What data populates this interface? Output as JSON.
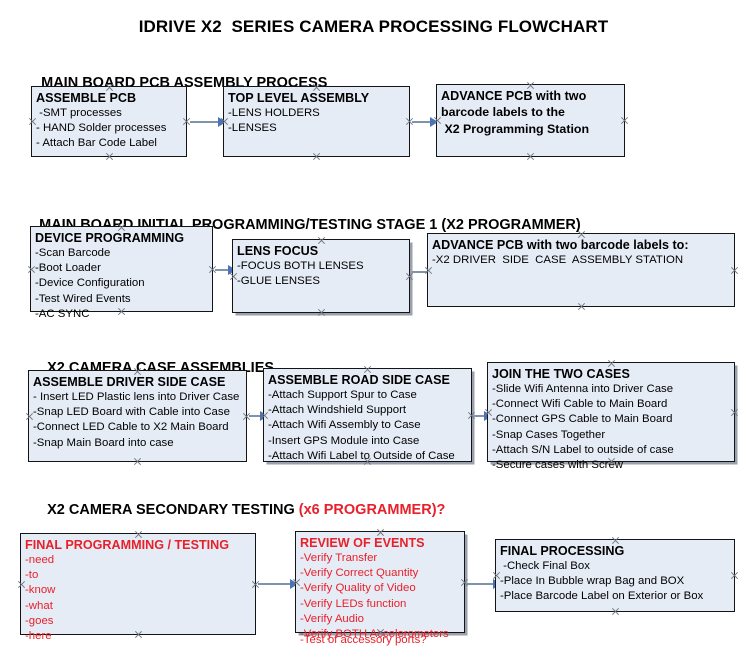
{
  "document": {
    "title": "IDRIVE X2  SERIES CAMERA PROCESSING FLOWCHART"
  },
  "sections": [
    {
      "id": "main-board-pcb-assembly",
      "title": "MAIN BOARD PCB ASSEMBLY PROCESS",
      "title_accent": ""
    },
    {
      "id": "main-board-initial-programming",
      "title": "MAIN BOARD INITIAL PROGRAMMING/TESTING STAGE 1 (X2 PROGRAMMER)",
      "title_accent": ""
    },
    {
      "id": "x2-camera-case-assemblies",
      "title": "X2 CAMERA CASE ASSEMBLIES",
      "title_accent": ""
    },
    {
      "id": "x2-camera-secondary-testing",
      "title": "X2 CAMERA SECONDARY TESTING ",
      "title_accent": "(x6 PROGRAMMER)?"
    }
  ],
  "nodes": {
    "assemble_pcb": {
      "header": "ASSEMBLE PCB",
      "lines": [
        " -SMT processes",
        "- HAND Solder processes",
        "- Attach Bar Code Label"
      ]
    },
    "top_level_assembly": {
      "header": "TOP LEVEL ASSEMBLY",
      "lines": [
        "-LENS HOLDERS",
        "-LENSES"
      ]
    },
    "advance_pcb_station": {
      "header": "ADVANCE PCB with two",
      "lines": [
        "barcode labels to the",
        " X2 Programming Station"
      ]
    },
    "device_programming": {
      "header": "DEVICE PROGRAMMING",
      "lines": [
        "-Scan Barcode",
        "-Boot Loader",
        "-Device Configuration",
        "-Test Wired Events",
        "-AC SYNC"
      ]
    },
    "lens_focus": {
      "header": "LENS FOCUS",
      "lines": [
        "-FOCUS BOTH LENSES",
        "-GLUE LENSES"
      ]
    },
    "advance_pcb_driver_side": {
      "header": "ADVANCE PCB with two barcode labels to:",
      "lines": [
        "-X2 DRIVER  SIDE  CASE  ASSEMBLY STATION"
      ]
    },
    "assemble_driver_side_case": {
      "header": "ASSEMBLE DRIVER SIDE CASE",
      "lines": [
        "- Insert LED Plastic lens into Driver Case",
        "-Snap LED Board with Cable into Case",
        "-Connect LED Cable to X2 Main Board",
        "-Snap Main Board into case"
      ]
    },
    "assemble_road_side_case": {
      "header": "ASSEMBLE ROAD SIDE CASE",
      "lines": [
        "-Attach Support Spur to Case",
        "-Attach Windshield Support",
        "-Attach Wifi Assembly to Case",
        "-Insert GPS Module into Case",
        "-Attach Wifi Label to Outside of Case"
      ]
    },
    "join_the_two_cases": {
      "header": "JOIN THE TWO CASES",
      "lines": [
        "-Slide Wifi Antenna into Driver Case",
        "-Connect Wifi Cable to Main Board",
        "-Connect GPS Cable to Main Board",
        "-Snap Cases Together",
        "-Attach S/N Label to outside of case",
        "-Secure cases with Screw"
      ]
    },
    "final_programming_testing": {
      "header": "FINAL PROGRAMMING / TESTING",
      "lines": [
        "-need",
        "-to",
        "-know",
        "-what",
        "-goes",
        "-here"
      ]
    },
    "review_of_events": {
      "header": "REVIEW OF EVENTS",
      "lines": [
        "-Verify Transfer",
        "-Verify Correct Quantity",
        "-Verify Quality of Video",
        "-Verify LEDs function",
        "-Verify Audio",
        "-Verify BOTH Accelerometers"
      ],
      "overflow_line": "-Test of accessory ports?"
    },
    "final_processing": {
      "header": "FINAL PROCESSING",
      "lines": [
        " -Check Final Box",
        "-Place In Bubble wrap Bag and BOX",
        "-Place Barcode Label on Exterior or Box"
      ]
    }
  },
  "colors": {
    "box_fill": "#e6ecf6",
    "box_border": "#141414",
    "accent_red": "#e8202a",
    "arrow_shaft": "#7d93ae",
    "arrow_head": "#4a72b8",
    "handle": "#6f7782",
    "text": "#000000",
    "background": "#ffffff"
  }
}
